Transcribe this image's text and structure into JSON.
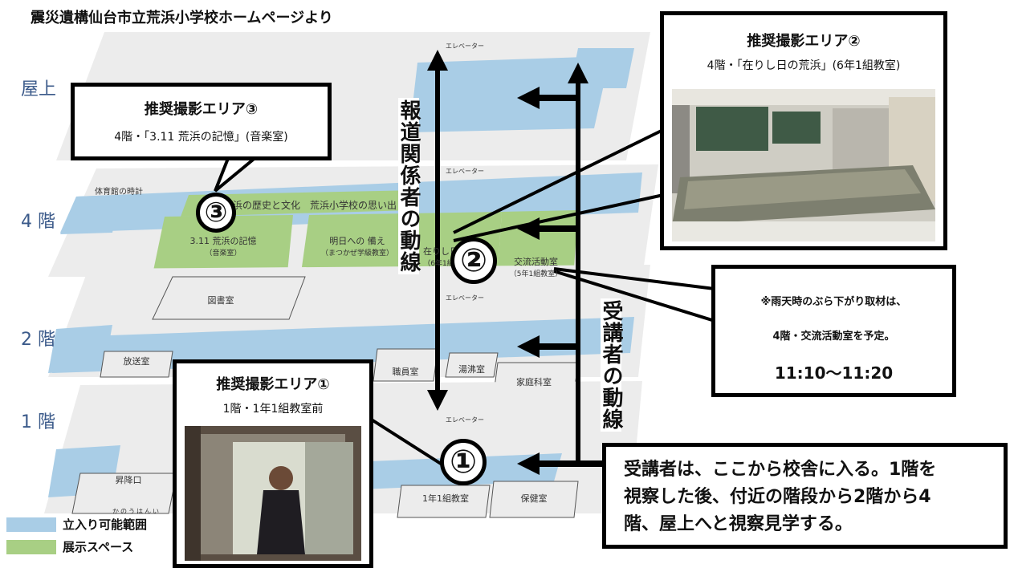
{
  "header": {
    "source": "震災遺構仙台市立荒浜小学校ホームページより"
  },
  "floors": {
    "roof": "屋上",
    "f4": "4 階",
    "f2": "2 階",
    "f1": "1 階"
  },
  "labels": {
    "elevator": "エレベーター",
    "gym_clock": "体育館の時計",
    "history": "荒浜の歴史と文化　荒浜小学校の思い出",
    "room_311": "3.11 荒浜の記憶",
    "room_311_sub": "（音楽室）",
    "room_ashita": "明日への 備え",
    "room_ashita_sub": "（まつかぜ学級教室）",
    "room_arishi": "在りし日の荒",
    "room_arishi_sub": "（6年1組教室）",
    "room_koryu": "交流活動室",
    "room_koryu_sub": "（5年1組教室）",
    "room_tosho": "図書室",
    "room_hoso": "放送室",
    "room_shokuin": "職員室",
    "room_yuwakashi": "湯沸室",
    "room_katei": "家庭科室",
    "room_shoko": "昇降口",
    "room_1nen": "1年1組教室",
    "room_hoken": "保健室"
  },
  "flows": {
    "press": "報道関係者の動線",
    "attendee": "受講者の動線"
  },
  "callouts": {
    "area1": {
      "title": "推奨撮影エリア①",
      "sub": "1階・1年1組教室前"
    },
    "area2": {
      "title": "推奨撮影エリア②",
      "sub": "4階・「在りし日の荒浜」(6年1組教室)"
    },
    "area3": {
      "title": "推奨撮影エリア③",
      "sub": "4階・「3.11 荒浜の記憶」(音楽室)"
    },
    "rain": {
      "line1": "※雨天時のぶら下がり取材は、",
      "line2": "4階・交流活動室を予定。",
      "time": "11:10～11:20"
    },
    "entry": {
      "line1": "受講者は、ここから校舎に入る。1階を",
      "line2": "視察した後、付近の階段から2階から4",
      "line3": "階、屋上へと視察見学する。"
    }
  },
  "markers": {
    "m1": "①",
    "m2": "②",
    "m3": "③"
  },
  "legend": {
    "accessible": {
      "label": "立入り可能範囲",
      "ruby": "かのうはんい",
      "color": "#a9cde6"
    },
    "exhibit": {
      "label": "展示スペース",
      "color": "#a8cf84"
    }
  },
  "colors": {
    "accessible": "#a9cde6",
    "exhibit": "#a8cf84",
    "slab": "#ececec"
  }
}
